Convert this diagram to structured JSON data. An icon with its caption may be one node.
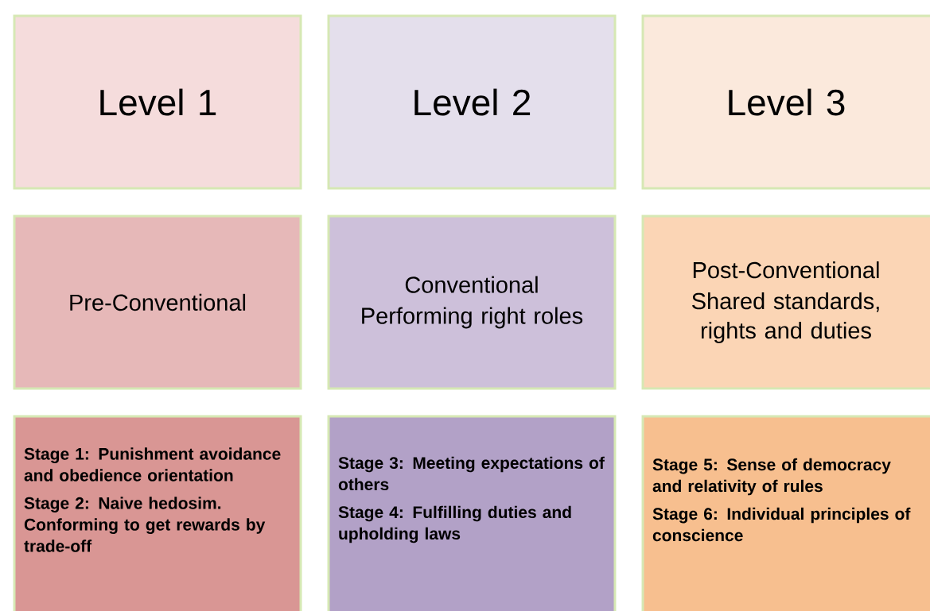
{
  "diagram": {
    "nodes": [
      {
        "text": [
          "Level 1"
        ]
      },
      {
        "text": [
          "Level 2"
        ]
      },
      {
        "text": [
          "Level 3"
        ]
      },
      {
        "text": [
          "Pre-Conventional"
        ]
      },
      {
        "text": [
          "Conventional",
          "Performing right roles"
        ]
      },
      {
        "text": [
          "Post-Conventional",
          "Shared standards, rights and duties"
        ]
      },
      {
        "text": [
          "Stage 1: Punishment avoidance and obedience orientation",
          "Stage 2: Naive hedosim. Conforming to get rewards by trade-off"
        ]
      },
      {
        "text": [
          "Stage 3: Meeting expectations of others",
          "Stage 4: Fulfilling duties and upholding laws"
        ]
      },
      {
        "text": [
          "Stage 5: Sense of democracy and relativity of rules",
          "Stage 6: Individual principles of conscience"
        ]
      }
    ]
  }
}
